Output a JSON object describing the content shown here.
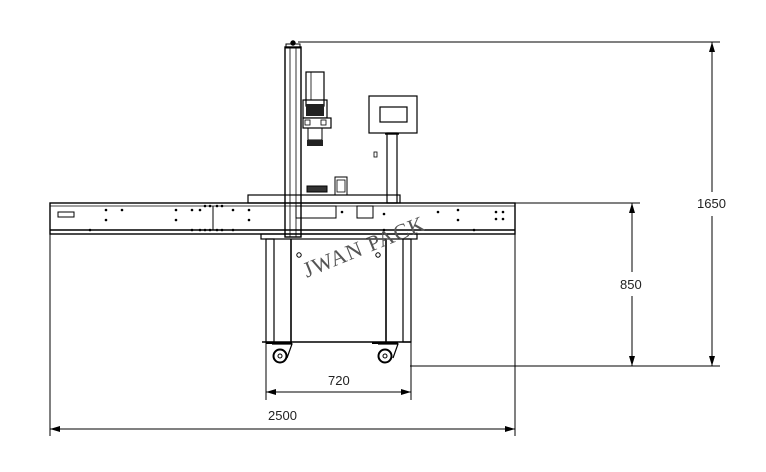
{
  "drawing": {
    "view": "front elevation",
    "watermark": "JWAN PACK",
    "dimensions": {
      "overall_length": "2500",
      "frame_width": "720",
      "table_height": "850",
      "overall_height": "1650"
    },
    "colors": {
      "line": "#000000",
      "watermark": "#555555",
      "background": "#ffffff"
    }
  }
}
